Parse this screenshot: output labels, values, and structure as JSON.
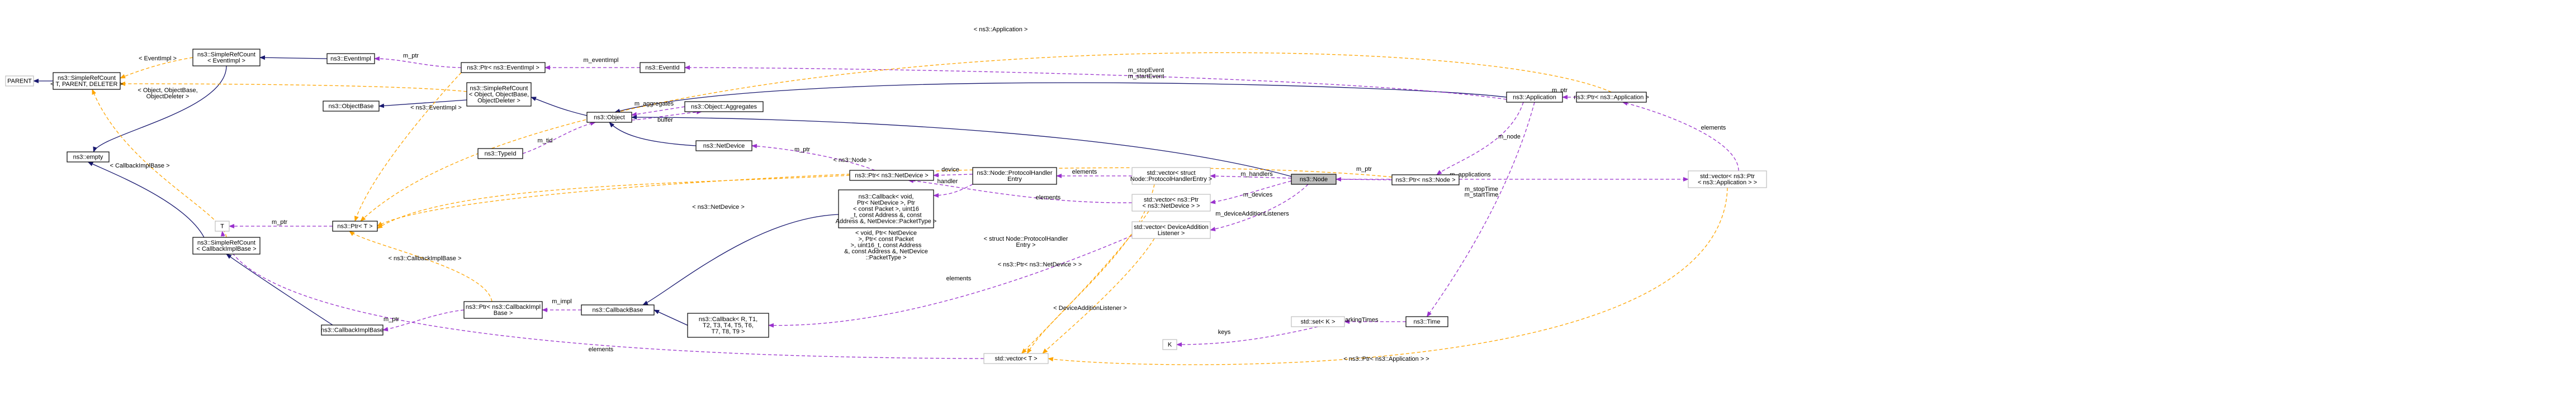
{
  "diagram": {
    "title": "",
    "colors": {
      "inherit": "#191970",
      "usage": "#9a32cd",
      "template": "#ffa500",
      "focus_fill": "#bfbfbf",
      "grey_border": "#bfbfbf"
    },
    "nodes": [
      {
        "id": "parent",
        "lines": [
          "PARENT"
        ],
        "style": "grey"
      },
      {
        "id": "srcount_parent",
        "lines": [
          "ns3::SimpleRefCount",
          "< T, PARENT, DELETER >"
        ]
      },
      {
        "id": "empty",
        "lines": [
          "ns3::empty"
        ]
      },
      {
        "id": "t",
        "lines": [
          "T"
        ],
        "style": "grey"
      },
      {
        "id": "srcount_eventimpl",
        "lines": [
          "ns3::SimpleRefCount",
          "< EventImpl >"
        ]
      },
      {
        "id": "srcount_cbimplbase",
        "lines": [
          "ns3::SimpleRefCount",
          "< CallbackImplBase >"
        ]
      },
      {
        "id": "eventimpl",
        "lines": [
          "ns3::EventImpl"
        ]
      },
      {
        "id": "objectbase",
        "lines": [
          "ns3::ObjectBase"
        ]
      },
      {
        "id": "ptr_t",
        "lines": [
          "ns3::Ptr< T >"
        ]
      },
      {
        "id": "cbimplbase",
        "lines": [
          "ns3::CallbackImplBase"
        ]
      },
      {
        "id": "ptr_eventimpl",
        "lines": [
          "ns3::Ptr< ns3::EventImpl >"
        ]
      },
      {
        "id": "srcount_object",
        "lines": [
          "ns3::SimpleRefCount",
          "< Object, ObjectBase,",
          "ObjectDeleter >"
        ]
      },
      {
        "id": "typeid",
        "lines": [
          "ns3::TypeId"
        ]
      },
      {
        "id": "ptr_cbimplbase",
        "lines": [
          "ns3::Ptr< ns3::CallbackImpl",
          "Base >"
        ]
      },
      {
        "id": "eventid",
        "lines": [
          "ns3::EventId"
        ]
      },
      {
        "id": "object",
        "lines": [
          "ns3::Object"
        ]
      },
      {
        "id": "aggregates",
        "lines": [
          "ns3::Object::Aggregates"
        ]
      },
      {
        "id": "netdevice",
        "lines": [
          "ns3::NetDevice"
        ]
      },
      {
        "id": "cbbase",
        "lines": [
          "ns3::CallbackBase"
        ]
      },
      {
        "id": "callback_rt",
        "lines": [
          "ns3::Callback< R, T1,",
          "T2, T3, T4, T5, T6,",
          "T7, T8, T9 >"
        ]
      },
      {
        "id": "ptr_netdevice",
        "lines": [
          "ns3::Ptr< ns3::NetDevice >"
        ]
      },
      {
        "id": "callback_void",
        "lines": [
          "ns3::Callback< void,",
          "Ptr< NetDevice >, Ptr",
          "< const Packet >, uint16",
          "_t, const Address &, const",
          "Address &, NetDevice::PacketType >"
        ]
      },
      {
        "id": "callback_void_grey",
        "lines": [
          "< void, Ptr< NetDevice",
          ">, Ptr< const Packet",
          ">, uint16_t, const Address",
          "&, const Address &, NetDevice",
          "::PacketType >"
        ],
        "style": "plain"
      },
      {
        "id": "protocolhandler",
        "lines": [
          "ns3::Node::ProtocolHandler",
          "Entry"
        ]
      },
      {
        "id": "vector_struct",
        "lines": [
          "std::vector< struct",
          "Node::ProtocolHandlerEntry >"
        ],
        "style": "grey"
      },
      {
        "id": "vector_netdevice",
        "lines": [
          "std::vector< ns3::Ptr",
          "< ns3::NetDevice > >"
        ],
        "style": "grey"
      },
      {
        "id": "vector_devadd",
        "lines": [
          "std::vector< DeviceAddition",
          "Listener >"
        ],
        "style": "grey"
      },
      {
        "id": "vector_t",
        "lines": [
          "std::vector< T >"
        ],
        "style": "grey"
      },
      {
        "id": "node",
        "lines": [
          "ns3::Node"
        ],
        "style": "focus"
      },
      {
        "id": "k",
        "lines": [
          "K"
        ],
        "style": "grey"
      },
      {
        "id": "set_k",
        "lines": [
          "std::set< K >"
        ],
        "style": "grey"
      },
      {
        "id": "time",
        "lines": [
          "ns3::Time"
        ]
      },
      {
        "id": "ptr_node",
        "lines": [
          "ns3::Ptr< ns3::Node >"
        ]
      },
      {
        "id": "application",
        "lines": [
          "ns3::Application"
        ]
      },
      {
        "id": "ptr_application",
        "lines": [
          "ns3::Ptr< ns3::Application >"
        ]
      },
      {
        "id": "vector_ptr_application",
        "lines": [
          "std::vector< ns3::Ptr",
          "< ns3::Application > >"
        ],
        "style": "grey"
      }
    ],
    "edge_labels": [
      "< EventImpl >",
      "< Object, ObjectBase,",
      "ObjectDeleter >",
      "< CallbackImplBase >",
      "m_ptr",
      "m_eventImpl",
      "< ns3::EventImpl >",
      "m_tid",
      "m_aggregates",
      "buffer",
      "m_stopEvent",
      "m_startEvent",
      "< ns3::Application >",
      "m_node",
      "m_stopTime",
      "m_startTime",
      "< ns3::Node >",
      "< ns3::NetDevice >",
      "device",
      "handler",
      "elements",
      "m_handlers",
      "m_devices",
      "m_deviceAdditionListeners",
      "m_applications",
      "m_impl",
      "< ns3::CallbackImplBase >",
      "< struct Node::ProtocolHandler",
      "Entry >",
      "< ns3::Ptr< ns3::NetDevice > >",
      "< DeviceAdditionListener >",
      "g_markingTimes",
      "keys",
      "< ns3::Ptr< ns3::Application > >"
    ]
  }
}
